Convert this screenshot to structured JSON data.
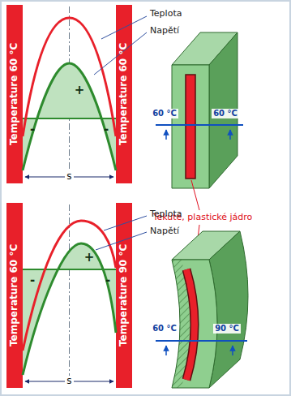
{
  "diagram": {
    "labels": [
      "Temperature 60 °C",
      "Temperature 60 °C",
      "Teplota",
      "Napětí",
      "+",
      "-",
      "-",
      "s",
      "60 °C",
      "60 °C",
      "Tekuté, plastické jádro",
      "Teplota",
      "Napětí",
      "Temperature 60 °C",
      "Temperature 90 °C",
      "+",
      "-",
      "-",
      "s",
      "60 °C",
      "90 °C"
    ]
  }
}
